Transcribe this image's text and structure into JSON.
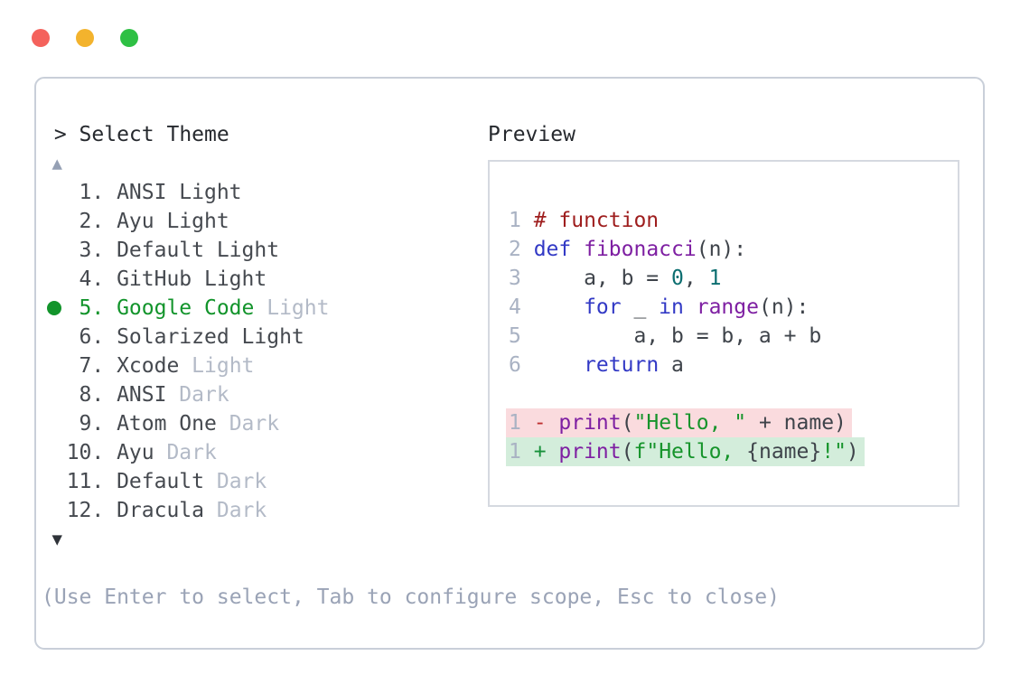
{
  "window_controls": {
    "close_color": "#f4625c",
    "minimize_color": "#f3b32d",
    "maximize_color": "#2ec044"
  },
  "picker": {
    "prompt": "> Select Theme",
    "scroll_up_symbol": "▲",
    "scroll_down_symbol": "▼",
    "hint": "(Use Enter to select, Tab to configure scope, Esc to close)",
    "items": [
      {
        "num": "1.",
        "selected": false,
        "segments": [
          {
            "text": "ANSI Light",
            "style": "normal"
          }
        ]
      },
      {
        "num": "2.",
        "selected": false,
        "segments": [
          {
            "text": "Ayu Light",
            "style": "normal"
          }
        ]
      },
      {
        "num": "3.",
        "selected": false,
        "segments": [
          {
            "text": "Default Light",
            "style": "normal"
          }
        ]
      },
      {
        "num": "4.",
        "selected": false,
        "segments": [
          {
            "text": "GitHub Light",
            "style": "normal"
          }
        ]
      },
      {
        "num": "5.",
        "selected": true,
        "segments": [
          {
            "text": "Google Code",
            "style": "selected"
          },
          {
            "text": " Light",
            "style": "muted"
          }
        ]
      },
      {
        "num": "6.",
        "selected": false,
        "segments": [
          {
            "text": "Solarized Light",
            "style": "normal"
          }
        ]
      },
      {
        "num": "7.",
        "selected": false,
        "segments": [
          {
            "text": "Xcode",
            "style": "normal"
          },
          {
            "text": " Light",
            "style": "muted"
          }
        ]
      },
      {
        "num": "8.",
        "selected": false,
        "segments": [
          {
            "text": "ANSI",
            "style": "normal"
          },
          {
            "text": " Dark",
            "style": "muted"
          }
        ]
      },
      {
        "num": "9.",
        "selected": false,
        "segments": [
          {
            "text": "Atom One",
            "style": "normal"
          },
          {
            "text": " Dark",
            "style": "muted"
          }
        ]
      },
      {
        "num": "10.",
        "selected": false,
        "segments": [
          {
            "text": "Ayu",
            "style": "normal"
          },
          {
            "text": " Dark",
            "style": "muted"
          }
        ]
      },
      {
        "num": "11.",
        "selected": false,
        "segments": [
          {
            "text": "Default",
            "style": "normal"
          },
          {
            "text": " Dark",
            "style": "muted"
          }
        ]
      },
      {
        "num": "12.",
        "selected": false,
        "segments": [
          {
            "text": "Dracula",
            "style": "normal"
          },
          {
            "text": " Dark",
            "style": "muted"
          }
        ]
      }
    ]
  },
  "preview": {
    "label": "Preview",
    "lines": [
      {
        "num": "1",
        "diff": null,
        "segments": [
          {
            "text": "# function",
            "style": "comment"
          }
        ]
      },
      {
        "num": "2",
        "diff": null,
        "segments": [
          {
            "text": "def",
            "style": "kw"
          },
          {
            "text": " ",
            "style": "plain"
          },
          {
            "text": "fibonacci",
            "style": "fn"
          },
          {
            "text": "(n):",
            "style": "plain"
          }
        ]
      },
      {
        "num": "3",
        "diff": null,
        "segments": [
          {
            "text": "    a, b = ",
            "style": "plain"
          },
          {
            "text": "0",
            "style": "numlit"
          },
          {
            "text": ", ",
            "style": "plain"
          },
          {
            "text": "1",
            "style": "numlit"
          }
        ]
      },
      {
        "num": "4",
        "diff": null,
        "segments": [
          {
            "text": "    ",
            "style": "plain"
          },
          {
            "text": "for",
            "style": "kw"
          },
          {
            "text": " _ ",
            "style": "plain"
          },
          {
            "text": "in",
            "style": "kw"
          },
          {
            "text": " ",
            "style": "plain"
          },
          {
            "text": "range",
            "style": "fn"
          },
          {
            "text": "(n):",
            "style": "plain"
          }
        ]
      },
      {
        "num": "5",
        "diff": null,
        "segments": [
          {
            "text": "        a, b = b, a + b",
            "style": "plain"
          }
        ]
      },
      {
        "num": "6",
        "diff": null,
        "segments": [
          {
            "text": "    ",
            "style": "plain"
          },
          {
            "text": "return",
            "style": "kw"
          },
          {
            "text": " a",
            "style": "plain"
          }
        ]
      },
      {
        "num": "",
        "diff": null,
        "segments": []
      },
      {
        "num": "1",
        "diff": "del",
        "segments": [
          {
            "text": "- ",
            "style": "del-sign"
          },
          {
            "text": "print",
            "style": "fn"
          },
          {
            "text": "(",
            "style": "plain"
          },
          {
            "text": "\"Hello, \"",
            "style": "str"
          },
          {
            "text": " + name)",
            "style": "plain"
          }
        ]
      },
      {
        "num": "1",
        "diff": "add",
        "segments": [
          {
            "text": "+ ",
            "style": "add-sign"
          },
          {
            "text": "print",
            "style": "fn"
          },
          {
            "text": "(",
            "style": "plain"
          },
          {
            "text": "f\"Hello, ",
            "style": "str"
          },
          {
            "text": "{name}",
            "style": "plain"
          },
          {
            "text": "!\"",
            "style": "str"
          },
          {
            "text": ")",
            "style": "plain"
          }
        ]
      }
    ]
  },
  "colors": {
    "traffic-red": "#f4625c",
    "traffic-yellow": "#f3b32d",
    "traffic-green": "#2ec044",
    "window-border": "#c9cfd9",
    "preview-border": "#d5d9e0",
    "text-header": "#26292e",
    "text-normal": "#45494f",
    "text-muted": "#b3bac7",
    "accent-green": "#12942b",
    "hint": "#9aa3b6",
    "arrow-up": "#95a0b4",
    "arrow-down": "#2f3339",
    "line-num": "#a9b2c3",
    "code-comment": "#9e1d1d",
    "code-kw": "#3239c5",
    "code-fn": "#7e1fa2",
    "code-numlit": "#0c6e70",
    "code-str": "#16942b",
    "code-plain": "#3e434a",
    "diff-del-sign": "#bd2f2f",
    "diff-add-sign": "#17903a",
    "diff-del-bg": "#fadbde",
    "diff-add-bg": "#d3eddb"
  }
}
